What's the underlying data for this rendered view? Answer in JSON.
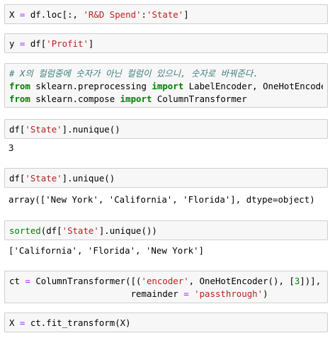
{
  "cells": [
    {
      "type": "input",
      "lines": [
        [
          [
            "X ",
            ""
          ],
          [
            "=",
            "op"
          ],
          [
            " df.loc[:, ",
            ""
          ],
          [
            "'R&D Spend'",
            "str"
          ],
          [
            ":",
            ""
          ],
          [
            "'State'",
            "str"
          ],
          [
            "]",
            ""
          ]
        ]
      ]
    },
    {
      "type": "input",
      "lines": [
        [
          [
            "y ",
            ""
          ],
          [
            "=",
            "op"
          ],
          [
            " df[",
            ""
          ],
          [
            "'Profit'",
            "str"
          ],
          [
            "]",
            ""
          ]
        ]
      ]
    },
    {
      "type": "input",
      "lines": [
        [
          [
            "# X의 컬럼중에 숫자가 아닌 컬럼이 있으니, 숫자로 바꿔준다.",
            "comment"
          ]
        ],
        [
          [
            "from",
            "kw"
          ],
          [
            " sklearn.preprocessing ",
            ""
          ],
          [
            "import",
            "kw"
          ],
          [
            " LabelEncoder, OneHotEncoder",
            ""
          ]
        ],
        [
          [
            "from",
            "kw"
          ],
          [
            " sklearn.compose ",
            ""
          ],
          [
            "import",
            "kw"
          ],
          [
            " ColumnTransformer",
            ""
          ]
        ]
      ]
    },
    {
      "type": "input",
      "lines": [
        [
          [
            "df[",
            ""
          ],
          [
            "'State'",
            "str"
          ],
          [
            "].nunique()",
            ""
          ]
        ]
      ]
    },
    {
      "type": "output",
      "lines": [
        "3"
      ]
    },
    {
      "type": "input",
      "lines": [
        [
          [
            "df[",
            ""
          ],
          [
            "'State'",
            "str"
          ],
          [
            "].unique()",
            ""
          ]
        ]
      ]
    },
    {
      "type": "output",
      "lines": [
        "array(['New York', 'California', 'Florida'], dtype=object)"
      ]
    },
    {
      "type": "input",
      "lines": [
        [
          [
            "sorted",
            "fn"
          ],
          [
            "(df[",
            ""
          ],
          [
            "'State'",
            "str"
          ],
          [
            "].unique())",
            ""
          ]
        ]
      ]
    },
    {
      "type": "output",
      "lines": [
        "['California', 'Florida', 'New York']"
      ]
    },
    {
      "type": "input",
      "lines": [
        [
          [
            "ct ",
            ""
          ],
          [
            "=",
            "op"
          ],
          [
            " ColumnTransformer([(",
            ""
          ],
          [
            "'encoder'",
            "str"
          ],
          [
            ", OneHotEncoder(), [",
            ""
          ],
          [
            "3",
            "num"
          ],
          [
            "])],",
            ""
          ]
        ],
        [
          [
            "                       remainder ",
            ""
          ],
          [
            "=",
            "op"
          ],
          [
            " ",
            ""
          ],
          [
            "'passthrough'",
            "str"
          ],
          [
            ")",
            ""
          ]
        ]
      ]
    },
    {
      "type": "input",
      "lines": [
        [
          [
            "X ",
            ""
          ],
          [
            "=",
            "op"
          ],
          [
            " ct.fit_transform(X)",
            ""
          ]
        ]
      ]
    }
  ]
}
